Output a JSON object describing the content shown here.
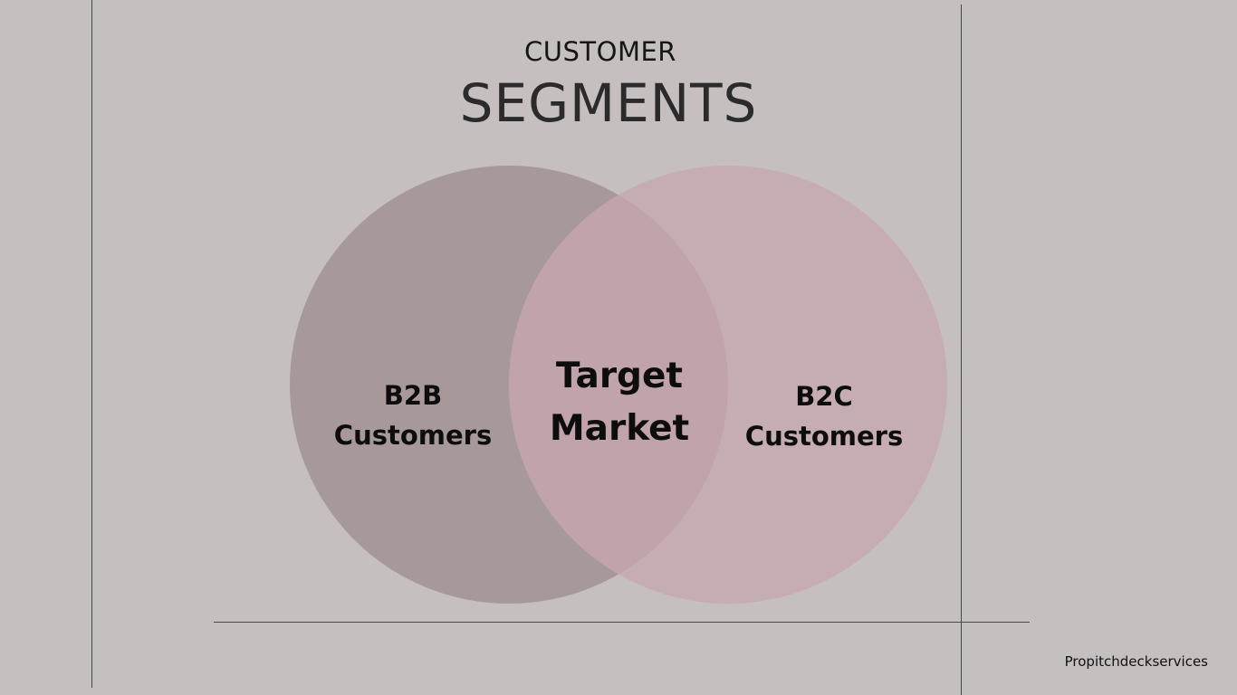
{
  "title": {
    "line1": "CUSTOMER",
    "line2": "SEGMENTS"
  },
  "venn": {
    "left_label": [
      "B2B",
      "Customers"
    ],
    "center_label": [
      "Target",
      "Market"
    ],
    "right_label": [
      "B2C",
      "Customers"
    ],
    "colors": {
      "left_circle": "#a79899",
      "right_circle": "#c6adb1",
      "overlap": "#c0a4a9",
      "background": "#c5bfbf"
    }
  },
  "footer": {
    "brand": "Propitchdeckservices"
  }
}
